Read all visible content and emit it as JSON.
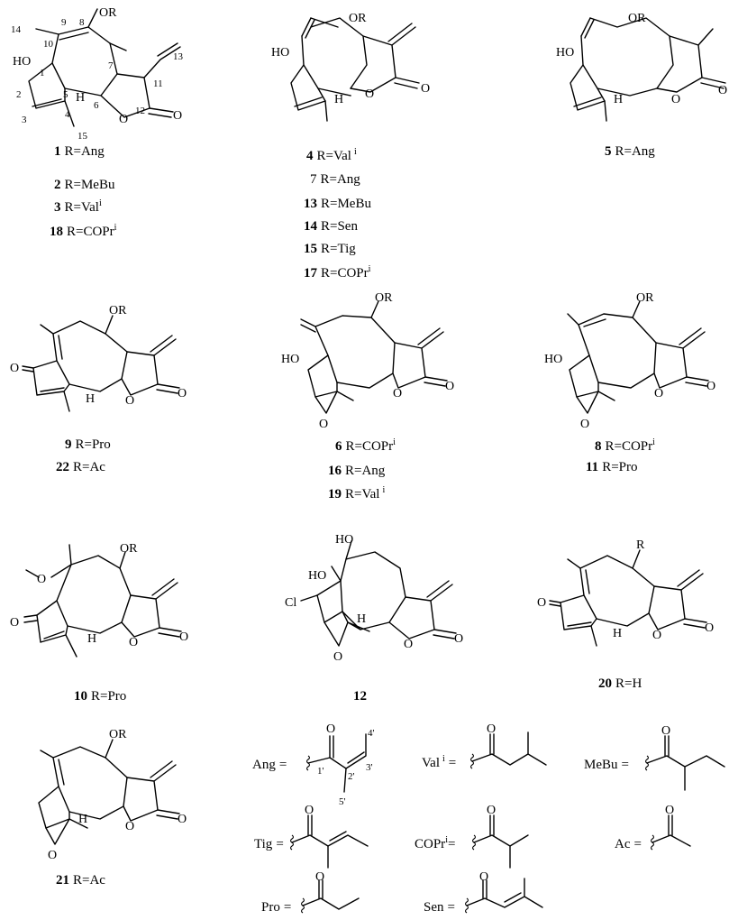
{
  "structures": [
    {
      "id": "s1",
      "atoms": {
        "or": "OR",
        "ho": "HO",
        "h": "H",
        "o_ring": "O",
        "o_co": "O"
      },
      "numbering": [
        "14",
        "10",
        "9",
        "8",
        "7",
        "13",
        "11",
        "1",
        "2",
        "3",
        "4",
        "5",
        "6",
        "12",
        "15"
      ],
      "labels": [
        {
          "num": "1",
          "text": "R=Ang",
          "sup": ""
        },
        {
          "num": "2",
          "text": "R=MeBu",
          "sup": ""
        },
        {
          "num": "3",
          "text": "R=Val",
          "sup": "i"
        },
        {
          "num": "18",
          "text": "R=COPr",
          "sup": "i"
        }
      ]
    },
    {
      "id": "s4",
      "atoms": {
        "or": "OR",
        "ho": "HO",
        "h": "H",
        "o_ring": "O",
        "o_co": "O"
      },
      "labels": [
        {
          "num": "4",
          "text": "R=Val",
          "sup": "i"
        },
        {
          "num": "7",
          "text": "R=Ang",
          "sup": "",
          "plain": true
        },
        {
          "num": "13",
          "text": "R=MeBu",
          "sup": ""
        },
        {
          "num": "14",
          "text": "R=Sen",
          "sup": ""
        },
        {
          "num": "15",
          "text": "R=Tig",
          "sup": ""
        },
        {
          "num": "17",
          "text": "R=COPr",
          "sup": "i"
        }
      ]
    },
    {
      "id": "s5",
      "atoms": {
        "or": "OR",
        "ho": "HO",
        "h": "H",
        "o_ring": "O",
        "o_co": "O"
      },
      "labels": [
        {
          "num": "5",
          "text": "R=Ang",
          "sup": ""
        }
      ]
    },
    {
      "id": "s9",
      "atoms": {
        "or": "OR",
        "o_ket": "O",
        "h": "H",
        "o_ring": "O",
        "o_co": "O"
      },
      "labels": [
        {
          "num": "9",
          "text": "R=Pro",
          "sup": ""
        },
        {
          "num": "22",
          "text": "R=Ac",
          "sup": ""
        }
      ]
    },
    {
      "id": "s6",
      "atoms": {
        "or": "OR",
        "ho": "HO",
        "o_ep": "O",
        "o_ring": "O",
        "o_co": "O"
      },
      "labels": [
        {
          "num": "6",
          "text": "R=COPr",
          "sup": "i"
        },
        {
          "num": "16",
          "text": "R=Ang",
          "sup": ""
        },
        {
          "num": "19",
          "text": "R=Val",
          "sup": "i"
        }
      ]
    },
    {
      "id": "s8",
      "atoms": {
        "or": "OR",
        "ho": "HO",
        "o_ep": "O",
        "o_ring": "O",
        "o_co": "O"
      },
      "labels": [
        {
          "num": "8",
          "text": "R=COPr",
          "sup": "i"
        },
        {
          "num": "11",
          "text": "R=Pro",
          "sup": ""
        }
      ]
    },
    {
      "id": "s10",
      "atoms": {
        "or": "OR",
        "o_me": "O",
        "o_ket": "O",
        "h": "H",
        "o_ring": "O",
        "o_co": "O"
      },
      "labels": [
        {
          "num": "10",
          "text": "R=Pro",
          "sup": ""
        }
      ]
    },
    {
      "id": "s12",
      "atoms": {
        "ho1": "HO",
        "ho2": "HO",
        "cl": "Cl",
        "h": "H",
        "o_ep": "O",
        "o_ring": "O",
        "o_co": "O"
      },
      "labels": [
        {
          "num": "12",
          "text": "",
          "sup": ""
        }
      ]
    },
    {
      "id": "s20",
      "atoms": {
        "r": "R",
        "o_ket": "O",
        "h": "H",
        "o_ring": "O",
        "o_co": "O"
      },
      "labels": [
        {
          "num": "20",
          "text": "R=H",
          "sup": ""
        }
      ]
    },
    {
      "id": "s21",
      "atoms": {
        "or": "OR",
        "h": "H",
        "o_ep": "O",
        "o_ring": "O",
        "o_co": "O"
      },
      "labels": [
        {
          "num": "21",
          "text": "R=Ac",
          "sup": ""
        }
      ]
    }
  ],
  "substituents": [
    {
      "name": "Ang",
      "sup": "",
      "eq": "=",
      "o": "O",
      "nums": [
        "4'",
        "1'",
        "3'",
        "2'",
        "5'"
      ]
    },
    {
      "name": "Val",
      "sup": "i",
      "eq": "=",
      "o": "O"
    },
    {
      "name": "MeBu",
      "sup": "",
      "eq": "=",
      "o": "O"
    },
    {
      "name": "Tig",
      "sup": "",
      "eq": "=",
      "o": "O"
    },
    {
      "name": "COPr",
      "sup": "i",
      "eq": "=",
      "o": "O"
    },
    {
      "name": "Ac",
      "sup": "",
      "eq": "=",
      "o": "O"
    },
    {
      "name": "Pro",
      "sup": "",
      "eq": "=",
      "o": "O"
    },
    {
      "name": "Sen",
      "sup": "",
      "eq": "=",
      "o": "O"
    }
  ]
}
